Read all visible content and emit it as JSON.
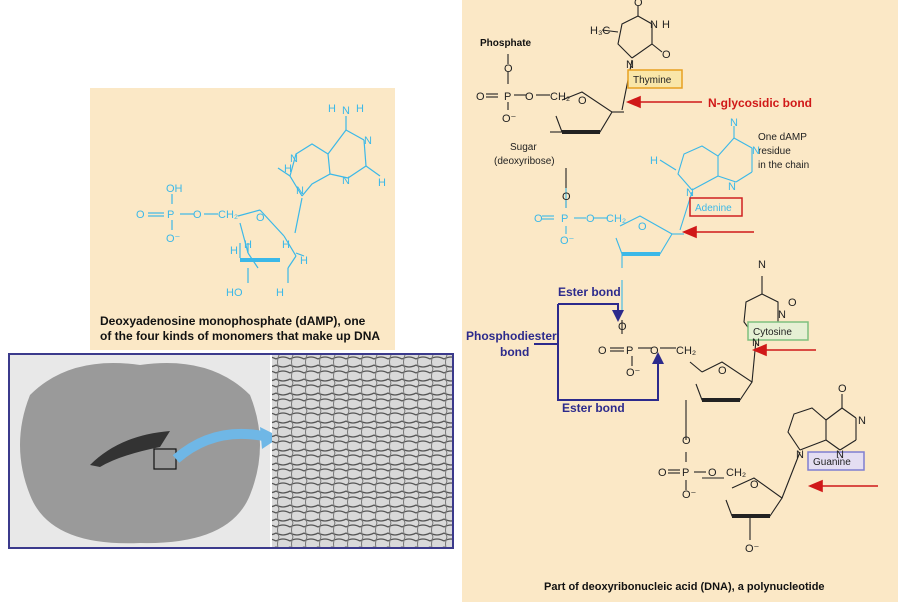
{
  "damp": {
    "caption_line1": "Deoxyadenosine monophosphate (dAMP), one",
    "caption_line2": "of the four kinds of monomers that make up DNA",
    "atoms": {
      "OH": "OH",
      "O": "O",
      "P": "P",
      "Ominus": "O⁻",
      "CH2": "CH₂",
      "H": "H",
      "N": "N",
      "HO": "HO"
    },
    "color": "#3bb8e8"
  },
  "dna": {
    "phosphate_label": "Phosphate",
    "sugar_label_1": "Sugar",
    "sugar_label_2": "(deoxyribose)",
    "residue_label_1": "One dAMP",
    "residue_label_2": "residue",
    "residue_label_3": "in the chain",
    "nglycosidic_label": "N-glycosidic bond",
    "ester_bond_top": "Ester bond",
    "ester_bond_bottom": "Ester bond",
    "phosphodiester_1": "Phosphodiester",
    "phosphodiester_2": "bond",
    "caption": "Part of deoxyribonucleic acid (DNA), a polynucleotide",
    "bases": [
      {
        "name": "Thymine",
        "border": "#e8a020",
        "fill": "#f9e6a8"
      },
      {
        "name": "Adenine",
        "border": "#d02020",
        "fill": "#fbe8c6"
      },
      {
        "name": "Cytosine",
        "border": "#7fbf7f",
        "fill": "#e6f0d4"
      },
      {
        "name": "Guanine",
        "border": "#7f7fd0",
        "fill": "#e4def2"
      }
    ],
    "atoms": {
      "O": "O",
      "P": "P",
      "Ominus": "O⁻",
      "CH2": "CH₂",
      "H": "H",
      "N": "N",
      "H3C": "H₃C",
      "Obottom": "O⁻"
    },
    "colors": {
      "arrow": "#d01818",
      "ester": "#2c2a8c",
      "adenine": "#3bb8e8"
    }
  }
}
